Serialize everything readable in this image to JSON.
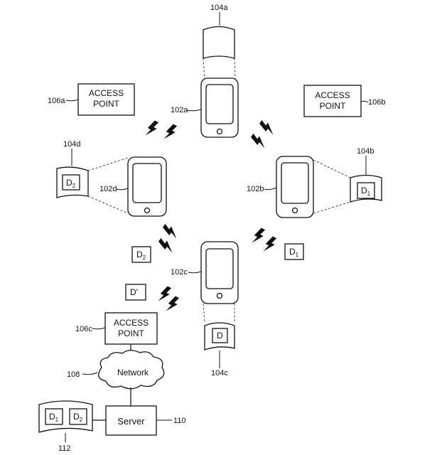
{
  "access_points": {
    "a": {
      "ref": "106a",
      "line1": "ACCESS",
      "line2": "POINT"
    },
    "b": {
      "ref": "106b",
      "line1": "ACCESS",
      "line2": "POINT"
    },
    "c": {
      "ref": "106c",
      "line1": "ACCESS",
      "line2": "POINT"
    }
  },
  "devices": {
    "a": {
      "ref": "102a"
    },
    "b": {
      "ref": "102b"
    },
    "c": {
      "ref": "102c"
    },
    "d": {
      "ref": "102d"
    }
  },
  "storages": {
    "a": {
      "ref": "104a"
    },
    "b": {
      "ref": "104b",
      "doc_base": "D",
      "doc_sub": "1"
    },
    "c": {
      "ref": "104c",
      "doc_base": "D"
    },
    "d": {
      "ref": "104d",
      "doc_base": "D",
      "doc_sub": "2"
    }
  },
  "transfers": {
    "d2": {
      "base": "D",
      "sub": "2"
    },
    "d1": {
      "base": "D",
      "sub": "1"
    },
    "dprime": {
      "label": "D'"
    }
  },
  "network": {
    "ref": "108",
    "label": "Network"
  },
  "server": {
    "ref": "110",
    "label": "Server"
  },
  "database": {
    "ref": "112",
    "doc1_base": "D",
    "doc1_sub": "1",
    "doc2_base": "D",
    "doc2_sub": "2"
  }
}
